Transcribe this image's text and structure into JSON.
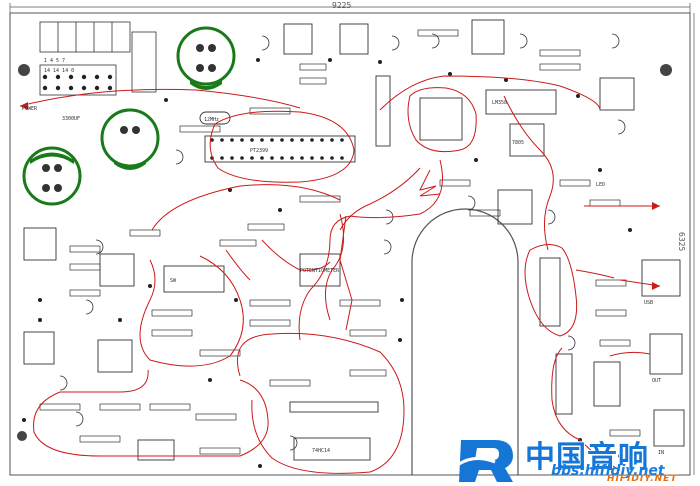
{
  "board": {
    "width_dim": "9225",
    "height_dim": "6325",
    "outline_color": "#555555",
    "trace_color": "#cc1a1a",
    "ring_color": "#1a7a1a",
    "pad_color": "#222222",
    "silk_color": "#333333"
  },
  "labels": {
    "connector_top_left": "1  4  5  7",
    "pin_nums": "14  14  14  0",
    "pot_label": "POTENTIOMETER",
    "ic_main": "PT2399",
    "ic_right": "LM358",
    "ic_bottom": "74HC14",
    "crystal": "12MHz",
    "reg": "7805",
    "usb_label": "USB",
    "led_label": "LED",
    "cap_big": "3300UF",
    "sw_label": "SW",
    "out_label": "OUT",
    "in_label": "IN",
    "power_label": "POWER"
  },
  "watermark": {
    "cn": "中国音响",
    "url": "bbs.hifidiy.net",
    "sub": "HIFIDIY.NET"
  }
}
